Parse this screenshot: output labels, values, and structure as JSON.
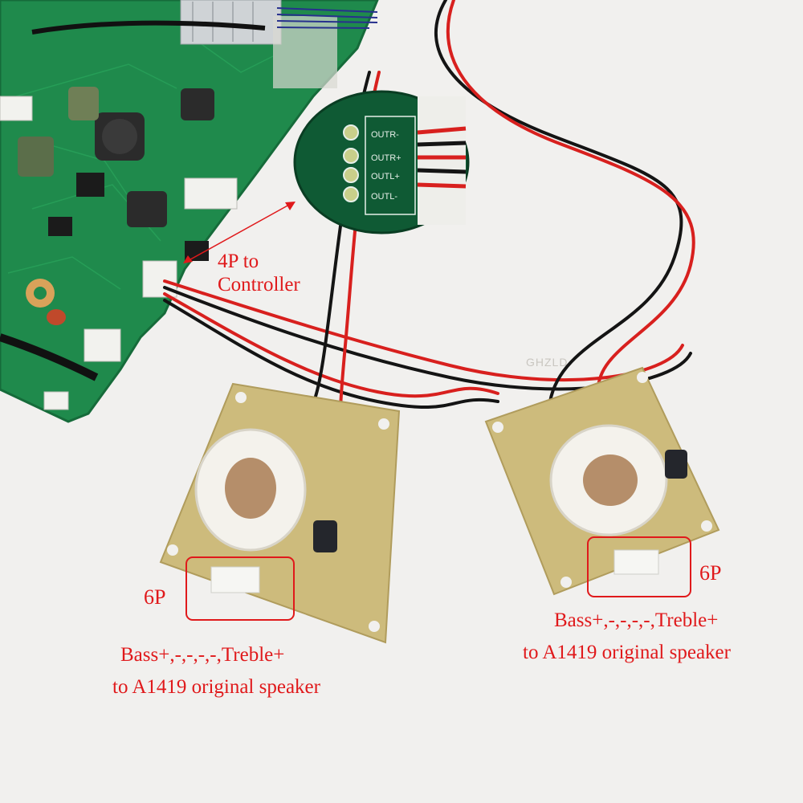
{
  "annotations": {
    "controller_label_line1": "4P to",
    "controller_label_line2": "Controller",
    "left_board": {
      "connector_label": "6P",
      "pinout": "Bass+,-,-,-,-,Treble+",
      "destination": "to A1419 original speaker"
    },
    "right_board": {
      "connector_label": "6P",
      "pinout": "Bass+,-,-,-,-,Treble+",
      "destination": "to A1419 original speaker"
    }
  },
  "zoom_inset": {
    "pins": [
      "OUTR-",
      "OUTR+",
      "OUTL+",
      "OUTL-"
    ]
  },
  "watermark": "GHZLD",
  "colors": {
    "annotation_red": "#e0191b",
    "pcb_green": "#1f8a4c",
    "crossover_board": "#cdbb7c",
    "wire_red": "#d8201e",
    "wire_black": "#141414"
  }
}
